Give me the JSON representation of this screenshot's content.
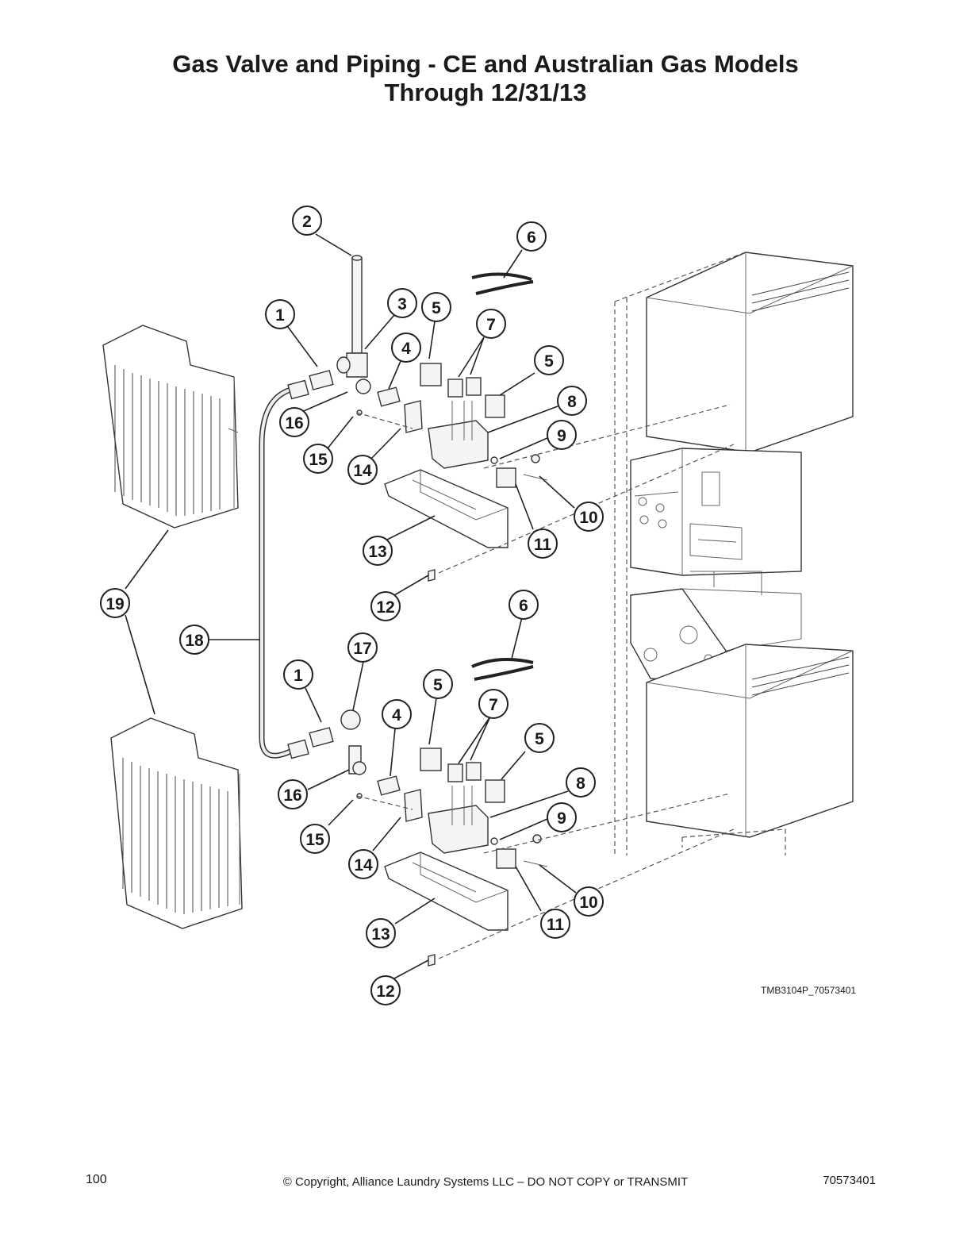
{
  "title": {
    "line1": "Gas Valve and Piping - CE and Australian Gas Models",
    "line2": "Through 12/31/13"
  },
  "callouts": {
    "c2": "2",
    "c6a": "6",
    "c1a": "1",
    "c3": "3",
    "c5a": "5",
    "c7a": "7",
    "c4a": "4",
    "c5b": "5",
    "c8a": "8",
    "c16a": "16",
    "c9a": "9",
    "c15a": "15",
    "c14a": "14",
    "c10a": "10",
    "c13a": "13",
    "c11a": "11",
    "c12a": "12",
    "c19": "19",
    "c6b": "6",
    "c18": "18",
    "c17": "17",
    "c1b": "1",
    "c5c": "5",
    "c7b": "7",
    "c4b": "4",
    "c5d": "5",
    "c8b": "8",
    "c16b": "16",
    "c9b": "9",
    "c15b": "15",
    "c14b": "14",
    "c10b": "10",
    "c13b": "13",
    "c11b": "11",
    "c12b": "12"
  },
  "drawing_number": "TMB3104P_70573401",
  "footer": {
    "page_number": "100",
    "copyright": "© Copyright, Alliance Laundry Systems LLC – DO NOT COPY or TRANSMIT",
    "doc_number": "70573401"
  }
}
